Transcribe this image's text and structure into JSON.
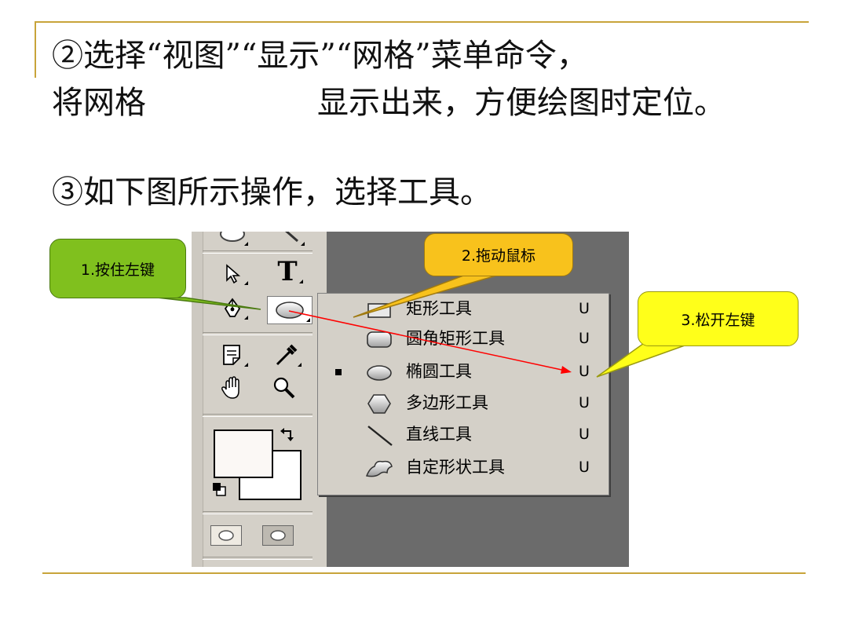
{
  "slide": {
    "para1_line1": "②选择“视图”“显示”“网格”菜单命令，",
    "para1_line2a": "将网格",
    "para1_line2b": "显示出来，方便绘图时定位。",
    "para2": "③如下图所示操作，选择工具。"
  },
  "callouts": {
    "step1": "1.按住左键",
    "step2": "2.拖动鼠标",
    "step3": "3.松开左键"
  },
  "toolbox": {
    "type_tool_glyph": "T",
    "tools": [
      "ellipse-marquee-icon",
      "zoom-icon",
      "arrow-select-icon",
      "type-icon",
      "pen-icon",
      "ellipse-shape-icon",
      "notes-icon",
      "eyedropper-icon",
      "hand-icon",
      "magnifier-icon",
      "swap-colors-icon",
      "default-colors-icon",
      "standard-mode-icon",
      "quickmask-mode-icon"
    ]
  },
  "shape_menu": {
    "items": [
      {
        "label": "矩形工具",
        "shortcut": "U",
        "icon": "rectangle-icon",
        "checked": false
      },
      {
        "label": "圆角矩形工具",
        "shortcut": "U",
        "icon": "rounded-rectangle-icon",
        "checked": false
      },
      {
        "label": "椭圆工具",
        "shortcut": "U",
        "icon": "ellipse-icon",
        "checked": true
      },
      {
        "label": "多边形工具",
        "shortcut": "U",
        "icon": "polygon-icon",
        "checked": false
      },
      {
        "label": "直线工具",
        "shortcut": "U",
        "icon": "line-icon",
        "checked": false
      },
      {
        "label": "自定形状工具",
        "shortcut": "U",
        "icon": "custom-shape-icon",
        "checked": false
      }
    ]
  },
  "colors": {
    "rule": "#c8a43a",
    "callout1": "#80c01e",
    "callout2": "#f8c21c",
    "callout3": "#ffff1a",
    "drag_arrow": "#ff0000",
    "panel": "#d4d0c8",
    "canvas": "#6b6b6b"
  }
}
